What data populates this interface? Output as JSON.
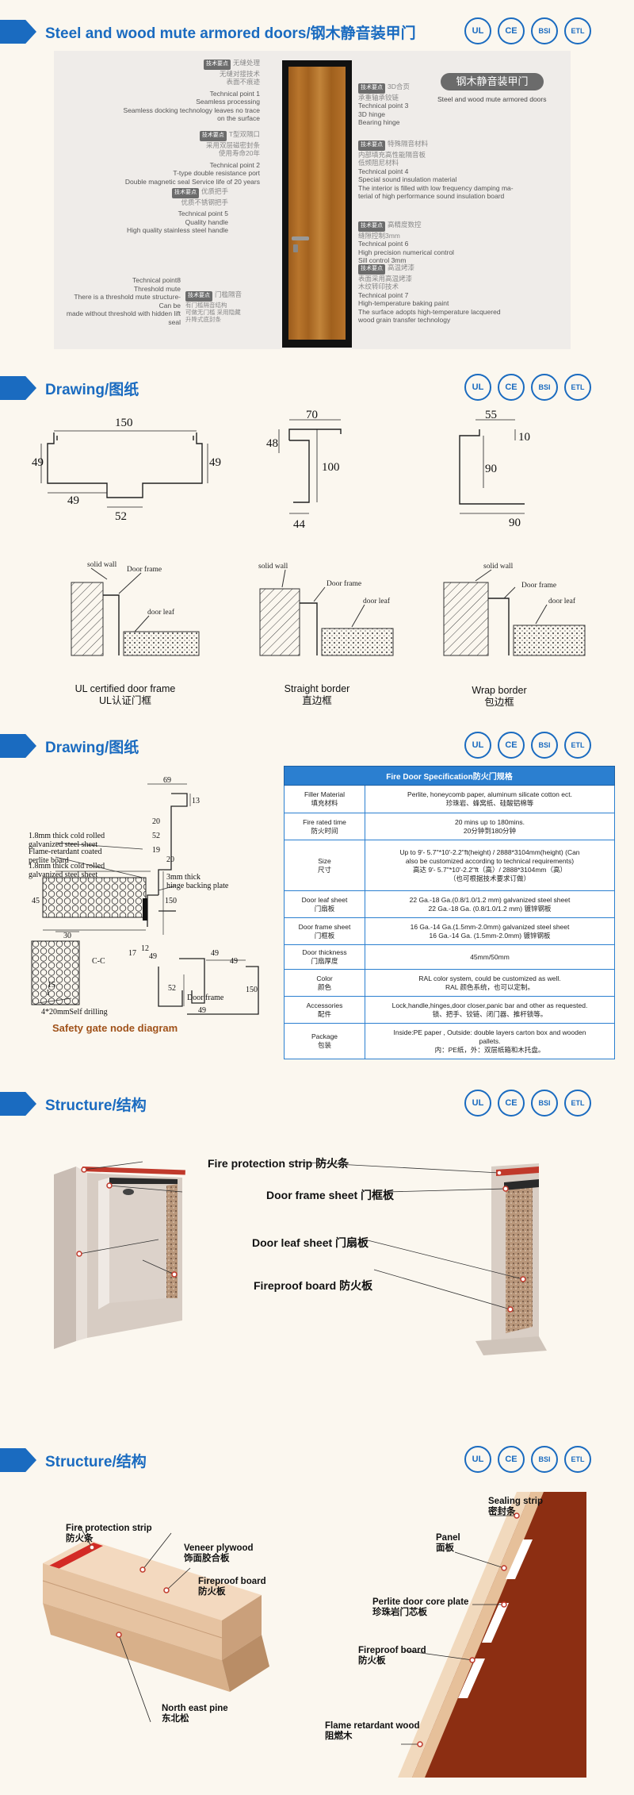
{
  "certifications": [
    "UL",
    "CE",
    "BSI",
    "ETL"
  ],
  "sections": {
    "s1": "Steel and wood mute armored doors/钢木静音装甲门",
    "s2": "Drawing/图纸",
    "s3": "Drawing/图纸",
    "s4": "Structure/结构",
    "s5": "Structure/结构"
  },
  "banner": {
    "title_cn": "钢木静音装甲门",
    "title_en": "Steel and wood mute armored doors",
    "left_points": [
      {
        "cn": "无缝处理",
        "sub_cn": "无缝对接技术\n表面不痕迹",
        "en": "Technical point 1\nSeamless processing\nSeamless docking technology leaves no trace\non the surface"
      },
      {
        "cn": "T型双隔口",
        "sub_cn": "采用双层磁密封条\n使用寿命20年",
        "en": "Technical point 2\nT-type double resistance port\nDouble magnetic seal  Service life of 20 years"
      },
      {
        "cn": "优质把手",
        "sub_cn": "优质不锈钢把手",
        "en": "Technical point 5\nQuality handle\nHigh quality stainless steel handle"
      },
      {
        "cn": "门槛隔音",
        "sub_cn": "有门槛隔音结构\n可做无门槛 采用隐藏\n升降式底封条",
        "en": "Technical point8\nThreshold mute\nThere is a threshold mute structure-\nCan be\nmade without threshold with hidden lift\nseal"
      }
    ],
    "right_points": [
      {
        "cn": "3D合页",
        "sub_cn": "承重轴承铰链",
        "en": "Technical point 3\n3D hinge\nBearing hinge"
      },
      {
        "cn": "特殊隔音材料",
        "sub_cn": "内部填充高性能隔音板\n低频阻尼材料",
        "en": "Technical point 4\nSpecial sound insulation material\nThe interior is filled with low frequency damping ma-\nterial of high performance sound insulation board"
      },
      {
        "cn": "高精度数控",
        "sub_cn": "缝隙控制3mm",
        "en": "Technical point 6\nHigh precision numerical control\nSill control 3mm"
      },
      {
        "cn": "高温烤漆",
        "sub_cn": "表面采用高温烤漆\n木纹转印技术",
        "en": "Technical point 7\nHigh-temperature baking paint\nThe surface adopts high-temperature lacquered\nwood grain transfer technology"
      }
    ],
    "tag_label": "技术要点"
  },
  "drawing1": {
    "profile_ul": {
      "top": "150",
      "left_side": "49",
      "right_side": "49",
      "bottom_left": "49",
      "bottom": "52"
    },
    "profile_straight": {
      "top": "70",
      "left": "48",
      "right": "100",
      "bottom": "44"
    },
    "profile_wrap": {
      "top": "55",
      "small": "10",
      "side": "90",
      "bottom": "90"
    },
    "labels": {
      "solid_wall": "solid wall",
      "door_frame": "Door frame",
      "door_leaf": "door leaf"
    },
    "captions": [
      {
        "en": "UL certified door frame",
        "cn": "UL认证门框"
      },
      {
        "en": "Straight border",
        "cn": "直边框"
      },
      {
        "en": "Wrap border",
        "cn": "包边框"
      }
    ]
  },
  "drawing2": {
    "node_caption": "Safety gate node diagram",
    "notes": [
      "1.8mm thick cold rolled\ngalvanized steel sheet",
      "Flame-retardant coated\nperlite board",
      "1.8mm thick cold rolled\ngalvanized steel sheet",
      "3mm thick\nhinge backing plate",
      "4*20mmSelf drilling"
    ],
    "dims": [
      "69",
      "13",
      "20",
      "52",
      "19",
      "20",
      "150",
      "45",
      "12",
      "17",
      "49",
      "30",
      "15",
      "1",
      "49",
      "52",
      "150",
      "49",
      "49"
    ],
    "section_label": "C-C",
    "frame_label": "Door frame",
    "spec": {
      "header": "Fire Door Specification防火门规格",
      "rows": [
        {
          "k_en": "Filler Material",
          "k_cn": "填充材料",
          "v": "Perlite, honeycomb paper, aluminum silicate cotton ect.\n珍珠岩、蜂窝纸、硅酸铝棉等"
        },
        {
          "k_en": "Fire rated time",
          "k_cn": "防火时间",
          "v": "20 mins up to 180mins.\n20分钟到180分钟"
        },
        {
          "k_en": "Size",
          "k_cn": "尺寸",
          "v": "Up to 9'- 5.7''*10'-2.2''ft(height) / 2888*3104mm(height) (Can\nalso be customized according to technical requirements)\n高达 9'- 5.7''*10'-2.2''ft（高）/ 2888*3104mm（高）\n（也可根据技术要求订做）"
        },
        {
          "k_en": "Door leaf sheet",
          "k_cn": "门扇板",
          "v": "22 Ga.-18 Ga.(0.8/1.0/1.2 mm) galvanized steel sheet\n22 Ga.-18 Ga. (0.8/1.0/1.2 mm) 镀锌钢板"
        },
        {
          "k_en": "Door frame sheet",
          "k_cn": "门框板",
          "v": "16 Ga.-14 Ga.(1.5mm-2.0mm) galvanized steel sheet\n16 Ga.-14 Ga. (1.5mm-2.0mm) 镀锌钢板"
        },
        {
          "k_en": "Door thickness",
          "k_cn": "门扇厚度",
          "v": "45mm/50mm"
        },
        {
          "k_en": "Color",
          "k_cn": "颜色",
          "v": "RAL color system, could be customized as well.\nRAL 颜色系统，也可以定制。"
        },
        {
          "k_en": "Accessories",
          "k_cn": "配件",
          "v": "Lock,handle,hinges,door closer,panic bar and other as requested.\n锁、把手、铰链、闭门器、推杆锁等。"
        },
        {
          "k_en": "Package",
          "k_cn": "包装",
          "v": "Inside:PE paper , Outside: double layers carton box and wooden\npallets.\n内：PE纸，外：双层纸箱和木托盘。"
        }
      ]
    }
  },
  "structure1": {
    "callouts": [
      "Fire protection strip 防火条",
      "Door frame sheet 门框板",
      "Door leaf sheet 门扇板",
      "Fireproof board 防火板"
    ]
  },
  "structure2": {
    "left_callouts": [
      {
        "en": "Fire protection strip",
        "cn": "防火条"
      },
      {
        "en": "Veneer plywood",
        "cn": "饰面胶合板"
      },
      {
        "en": "Fireproof board",
        "cn": "防火板"
      },
      {
        "en": "North east pine",
        "cn": "东北松"
      }
    ],
    "right_callouts": [
      {
        "en": "Sealing strip",
        "cn": "密封条"
      },
      {
        "en": "Panel",
        "cn": "面板"
      },
      {
        "en": "Perlite door core plate",
        "cn": "珍珠岩门芯板"
      },
      {
        "en": "Fireproof board",
        "cn": "防火板"
      },
      {
        "en": "Flame retardant wood",
        "cn": "阻燃木"
      }
    ]
  }
}
